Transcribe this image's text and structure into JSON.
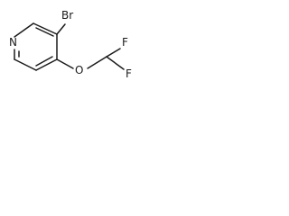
{
  "molecule": {
    "atoms": {
      "n": "N",
      "br": "Br",
      "o": "O",
      "f_top": "F",
      "f_bottom": "F"
    }
  }
}
